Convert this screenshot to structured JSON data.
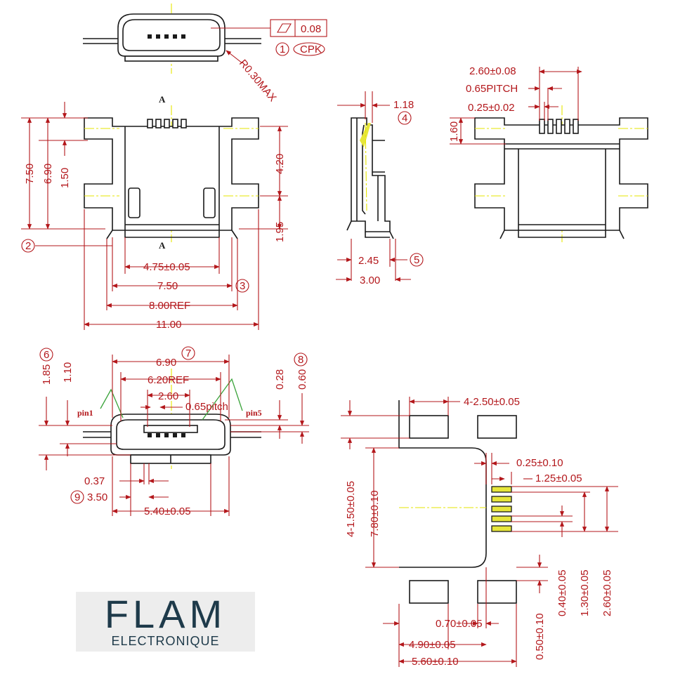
{
  "drawing": {
    "flatness_tolerance": "0.08",
    "cpk_note": "CPK",
    "radius_note": "R0.30MAX",
    "section_marker": "A",
    "callouts": [
      "1",
      "2",
      "3",
      "4",
      "5",
      "6",
      "7",
      "8",
      "9"
    ],
    "front_view": {
      "dims": [
        "7.50",
        "6.90",
        "1.50",
        "4.20",
        "1.95",
        "4.75±0.05",
        "7.50",
        "8.00REF",
        "11.00"
      ]
    },
    "side_view": {
      "dims": [
        "1.18",
        "2.45",
        "3.00"
      ]
    },
    "back_view": {
      "dims": [
        "2.60±0.08",
        "0.65PITCH",
        "0.25±0.02",
        "1.60"
      ]
    },
    "opening_view": {
      "dims": [
        "1.85",
        "1.10",
        "6.90",
        "6.20REF",
        "2.60",
        "0.65pitch",
        "0.28",
        "0.60",
        "0.37",
        "3.50",
        "5.40±0.05"
      ],
      "pin_labels": [
        "pin1",
        "pin5"
      ]
    },
    "footprint": {
      "dims": [
        "4-2.50±0.05",
        "4-1.50±0.05",
        "7.80±0.10",
        "0.25±0.10",
        "1.25±0.05",
        "0.40±0.05",
        "1.30±0.05",
        "2.60±0.05",
        "0.50±0.10",
        "0.70±0.05",
        "4.90±0.05",
        "5.60±0.10"
      ]
    }
  },
  "logo": {
    "main": "FLAM",
    "sub": "ELECTRONIQUE"
  }
}
